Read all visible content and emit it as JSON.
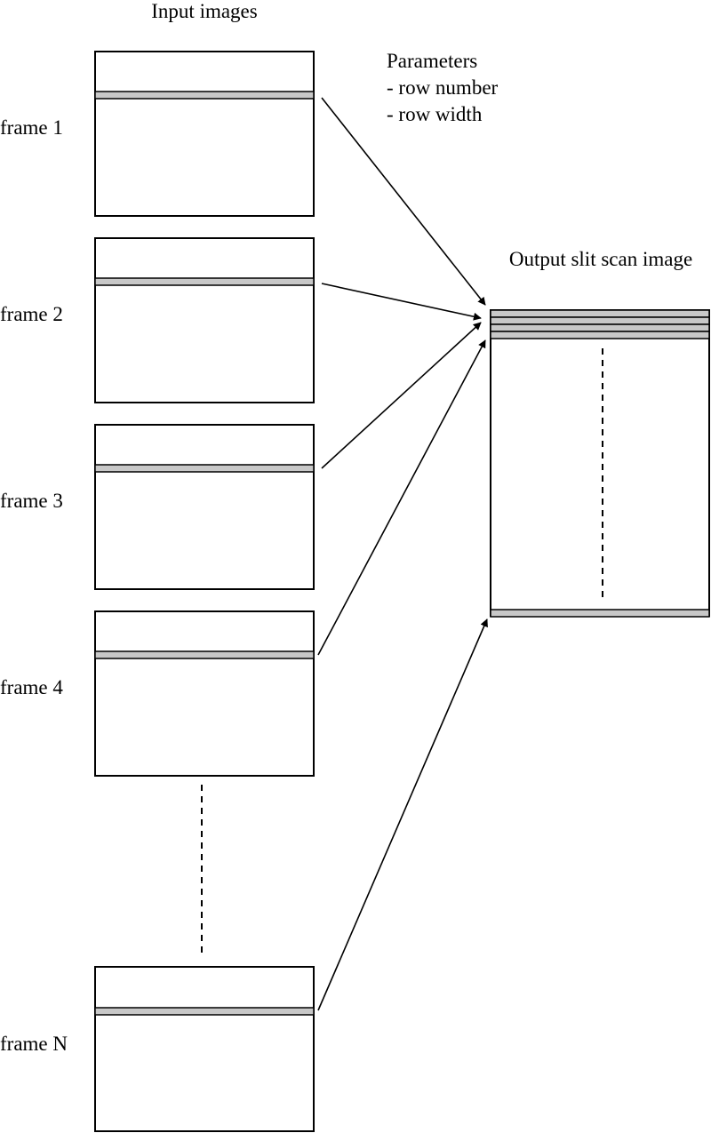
{
  "labels": {
    "input_title": "Input images",
    "output_title": "Output slit scan image",
    "parameters_title": "Parameters",
    "parameters_items": [
      "- row number",
      "- row width"
    ]
  },
  "frames": [
    {
      "label": "frame 1"
    },
    {
      "label": "frame 2"
    },
    {
      "label": "frame 3"
    },
    {
      "label": "frame 4"
    },
    {
      "label": "frame N"
    }
  ],
  "colors": {
    "slit_fill": "#c8c8c8",
    "stroke": "#000000",
    "background": "#ffffff"
  }
}
